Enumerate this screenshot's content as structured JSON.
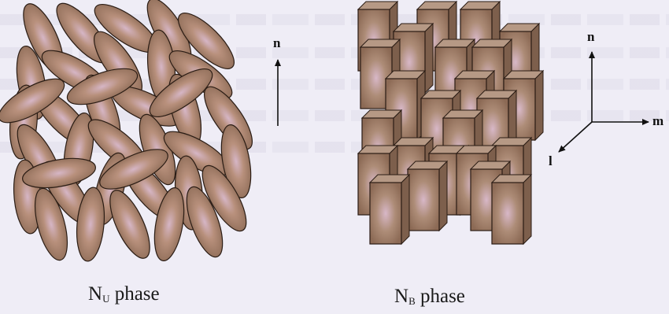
{
  "left_panel": {
    "caption_main": "N",
    "caption_sub": "U",
    "caption_rest": " phase",
    "axis_n_label": "n"
  },
  "right_panel": {
    "caption_main": "N",
    "caption_sub": "B",
    "caption_rest": " phase",
    "axis_n_label": "n",
    "axis_m_label": "m",
    "axis_l_label": "l"
  },
  "colors": {
    "molecule_fill": "#a07f69",
    "molecule_highlight": "#d6b6c6",
    "molecule_edge": "#2a1c14",
    "box_side": "#7d5f4c",
    "box_top": "#b69985",
    "background": "#efedf6"
  }
}
